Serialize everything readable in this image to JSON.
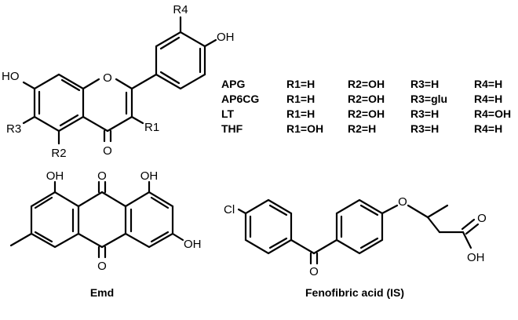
{
  "flavone": {
    "labels": {
      "r4": "R4",
      "oh_top": "OH",
      "ho_left": "HO",
      "ring_o": "O",
      "r3": "R3",
      "r2": "R2",
      "r1": "R1",
      "carbonyl_o": "O"
    }
  },
  "substituent_table": {
    "rows": [
      {
        "name": "APG",
        "r1": "R1=H",
        "r2": "R2=OH",
        "r3": "R3=H",
        "r4": "R4=H"
      },
      {
        "name": "AP6CG",
        "r1": "R1=H",
        "r2": "R2=OH",
        "r3": "R3=glu",
        "r4": "R4=H"
      },
      {
        "name": "LT",
        "r1": "R1=H",
        "r2": "R2=OH",
        "r3": "R3=H",
        "r4": "R4=OH"
      },
      {
        "name": "THF",
        "r1": "R1=OH",
        "r2": "R2=H",
        "r3": "R3=H",
        "r4": "R4=H"
      }
    ]
  },
  "emodin": {
    "labels": {
      "oh1": "OH",
      "o_top": "O",
      "oh8": "OH",
      "oh6": "OH",
      "o_bottom": "O"
    },
    "caption": "Emd"
  },
  "fenofibric": {
    "labels": {
      "cl": "Cl",
      "ether_o": "O",
      "ketone_o": "O",
      "acid_o": "O",
      "acid_oh": "OH"
    },
    "caption": "Fenofibric acid (IS)"
  }
}
